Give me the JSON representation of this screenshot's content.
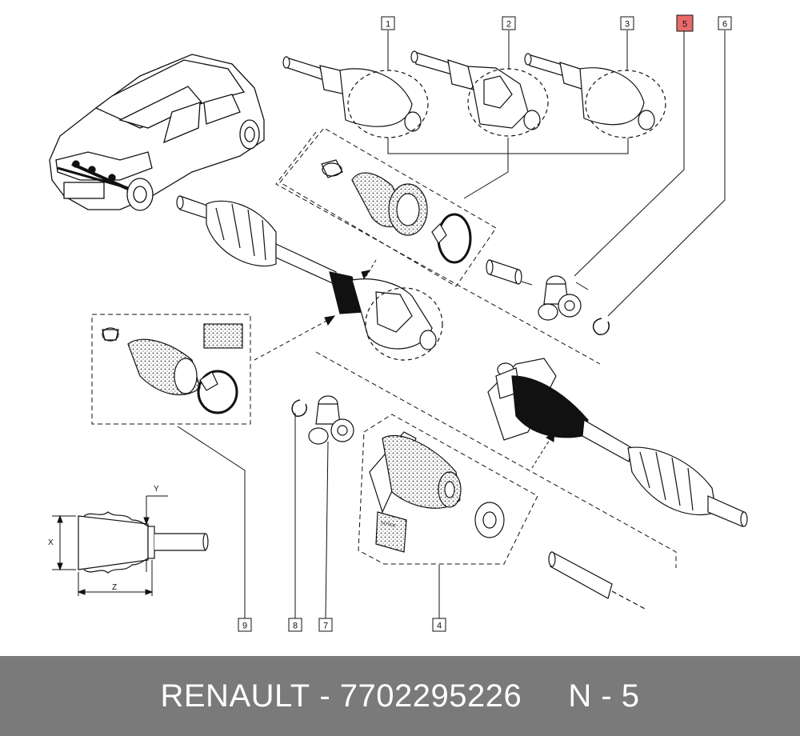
{
  "colors": {
    "line": "#111111",
    "highlight": "#e86a6a",
    "footer_bg": "#7a7a7a",
    "footer_text": "#ffffff",
    "boot_fill": "#1a1a1a",
    "part_fill": "#ffffff"
  },
  "callouts": [
    {
      "id": "1",
      "label": "1",
      "highlighted": false
    },
    {
      "id": "2",
      "label": "2",
      "highlighted": false
    },
    {
      "id": "3",
      "label": "3",
      "highlighted": false
    },
    {
      "id": "5",
      "label": "5",
      "highlighted": true
    },
    {
      "id": "6",
      "label": "6",
      "highlighted": false
    },
    {
      "id": "9",
      "label": "9",
      "highlighted": false
    },
    {
      "id": "8",
      "label": "8",
      "highlighted": false
    },
    {
      "id": "7",
      "label": "7",
      "highlighted": false
    },
    {
      "id": "4",
      "label": "4",
      "highlighted": false
    }
  ],
  "dimensions": {
    "x": "X",
    "y": "Y",
    "z": "Z"
  },
  "manual_label": "NOTICE",
  "footer": {
    "brand": "RENAULT",
    "separator": " - ",
    "part_number": "7702295226",
    "ref_label": "N - 5"
  }
}
